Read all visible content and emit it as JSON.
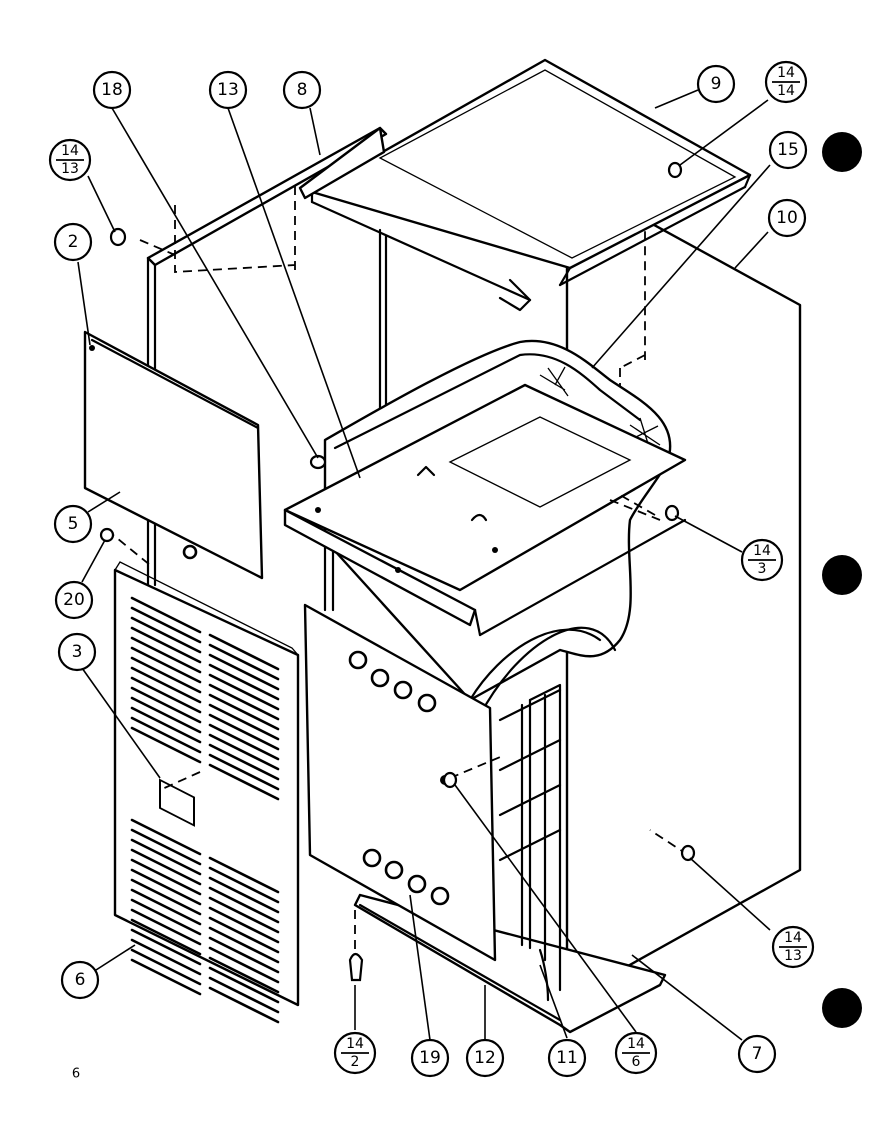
{
  "callouts": [
    {
      "id": "c18",
      "label": "18"
    },
    {
      "id": "c13",
      "label": "13"
    },
    {
      "id": "c8",
      "label": "8"
    },
    {
      "id": "c9",
      "label": "9"
    },
    {
      "id": "c15",
      "label": "15"
    },
    {
      "id": "c10",
      "label": "10"
    },
    {
      "id": "c2",
      "label": "2"
    },
    {
      "id": "c5",
      "label": "5"
    },
    {
      "id": "c20",
      "label": "20"
    },
    {
      "id": "c3",
      "label": "3"
    },
    {
      "id": "c6",
      "label": "6"
    },
    {
      "id": "c19",
      "label": "19"
    },
    {
      "id": "c12",
      "label": "12"
    },
    {
      "id": "c11",
      "label": "11"
    },
    {
      "id": "c7",
      "label": "7"
    }
  ],
  "fraction_callouts": [
    {
      "id": "f14_14",
      "top": "14",
      "bottom": "14"
    },
    {
      "id": "f14_13a",
      "top": "14",
      "bottom": "13"
    },
    {
      "id": "f14_3",
      "top": "14",
      "bottom": "3"
    },
    {
      "id": "f14_13b",
      "top": "14",
      "bottom": "13"
    },
    {
      "id": "f14_2",
      "top": "14",
      "bottom": "2"
    },
    {
      "id": "f14_6",
      "top": "14",
      "bottom": "6"
    }
  ],
  "page_number": "6"
}
